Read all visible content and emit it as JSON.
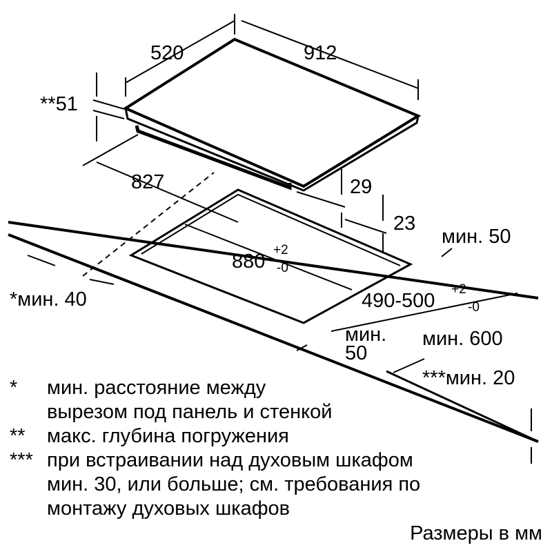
{
  "dimensions": {
    "depth": "520",
    "width": "912",
    "depth_star": "**51",
    "cutout_depth": "827",
    "thickness": "29",
    "cutout_height": "23",
    "min_rear": "мин. 50",
    "cutout_width_base": "880",
    "cutout_width_tol_plus": "+2",
    "cutout_width_tol_minus": "-0",
    "cutout_depth_range": "490-500",
    "cutout_depth_tol_plus": "+2",
    "cutout_depth_tol_minus": "-0",
    "min_side": "*мин. 40",
    "min_front_label": "мин.",
    "min_front_value": "50",
    "min_worktop": "мин. 600",
    "min_thickness": "***мин. 20"
  },
  "notes": [
    {
      "mark": "*",
      "text": "мин. расстояние между\nвырезом под панель и стенкой"
    },
    {
      "mark": "**",
      "text": "макс. глубина погружения"
    },
    {
      "mark": "***",
      "text": "при встраивании над духовым шкафом\nмин. 30, или больше; см. требования по\nмонтажу духовых шкафов"
    }
  ],
  "units_label": "Размеры в мм"
}
